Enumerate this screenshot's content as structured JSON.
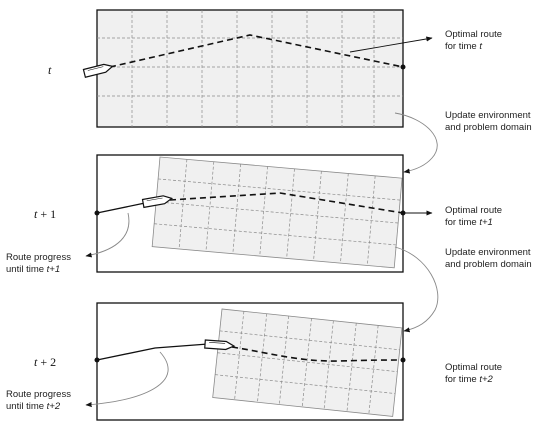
{
  "panels": [
    {
      "time_var": "t",
      "time_suffix": "",
      "optimal_label": {
        "line1": "Optimal route",
        "line2_prefix": "for time ",
        "line2_var": "t"
      },
      "update_label": {
        "line1": "Update environment",
        "line2": "and problem domain"
      }
    },
    {
      "time_var": "t",
      "time_suffix": " + 1",
      "optimal_label": {
        "line1": "Optimal route",
        "line2_prefix": "for time ",
        "line2_var": "t+1"
      },
      "update_label": {
        "line1": "Update environment",
        "line2": "and problem domain"
      },
      "progress_label": {
        "line1": "Route progress",
        "line2_prefix": "until time ",
        "line2_var": "t+1"
      }
    },
    {
      "time_var": "t",
      "time_suffix": " + 2",
      "optimal_label": {
        "line1": "Optimal route",
        "line2_prefix": "for time ",
        "line2_var": "t+2"
      },
      "progress_label": {
        "line1": "Route progress",
        "line2_prefix": "until time ",
        "line2_var": "t+2"
      }
    }
  ],
  "colors": {
    "grid_fill": "#f0f0f0",
    "grid_line": "#8a8a8a",
    "frame": "#111111",
    "route": "#111111"
  }
}
